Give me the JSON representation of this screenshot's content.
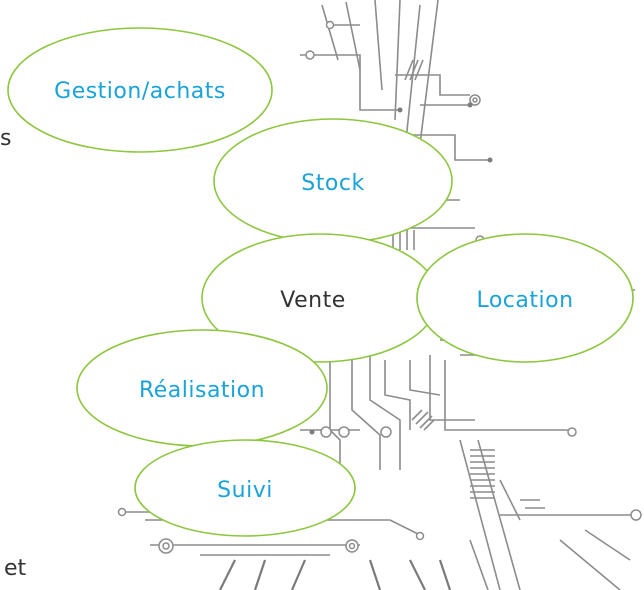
{
  "colors": {
    "label_blue": "#1aa3d9",
    "label_dark": "#333333",
    "ellipse_border": "#8dc63f",
    "circuit": "#8c8c8c"
  },
  "nodes": [
    {
      "id": "gestion",
      "label": "Gestion/achats",
      "color": "#1aa3d9"
    },
    {
      "id": "stock",
      "label": "Stock",
      "color": "#1aa3d9"
    },
    {
      "id": "vente",
      "label": "Vente",
      "color": "#333333"
    },
    {
      "id": "location",
      "label": "Location",
      "color": "#1aa3d9"
    },
    {
      "id": "realisation",
      "label": "Réalisation",
      "color": "#1aa3d9"
    },
    {
      "id": "suivi",
      "label": "Suivi",
      "color": "#1aa3d9"
    }
  ],
  "text_fragments": {
    "left_s": "s",
    "bottom_et": "et"
  }
}
